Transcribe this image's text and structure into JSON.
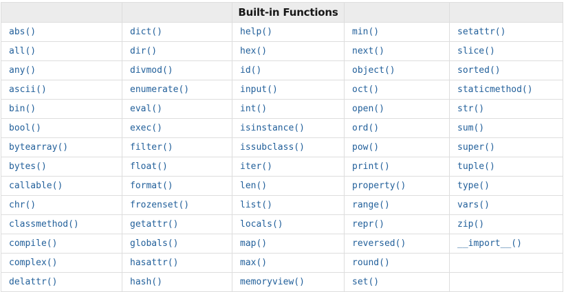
{
  "table": {
    "title": "Built-in Functions",
    "header_cells": [
      "",
      "",
      "Built-in Functions",
      "",
      ""
    ],
    "columns": 5,
    "rows": [
      [
        "abs()",
        "dict()",
        "help()",
        "min()",
        "setattr()"
      ],
      [
        "all()",
        "dir()",
        "hex()",
        "next()",
        "slice()"
      ],
      [
        "any()",
        "divmod()",
        "id()",
        "object()",
        "sorted()"
      ],
      [
        "ascii()",
        "enumerate()",
        "input()",
        "oct()",
        "staticmethod()"
      ],
      [
        "bin()",
        "eval()",
        "int()",
        "open()",
        "str()"
      ],
      [
        "bool()",
        "exec()",
        "isinstance()",
        "ord()",
        "sum()"
      ],
      [
        "bytearray()",
        "filter()",
        "issubclass()",
        "pow()",
        "super()"
      ],
      [
        "bytes()",
        "float()",
        "iter()",
        "print()",
        "tuple()"
      ],
      [
        "callable()",
        "format()",
        "len()",
        "property()",
        "type()"
      ],
      [
        "chr()",
        "frozenset()",
        "list()",
        "range()",
        "vars()"
      ],
      [
        "classmethod()",
        "getattr()",
        "locals()",
        "repr()",
        "zip()"
      ],
      [
        "compile()",
        "globals()",
        "map()",
        "reversed()",
        "__import__()"
      ],
      [
        "complex()",
        "hasattr()",
        "max()",
        "round()",
        ""
      ],
      [
        "delattr()",
        "hash()",
        "memoryview()",
        "set()",
        ""
      ]
    ]
  },
  "colors": {
    "link_text": "#215f9a",
    "header_background": "#ececec",
    "header_text": "#181818",
    "border": "#dddddd",
    "page_background": "#ffffff"
  }
}
